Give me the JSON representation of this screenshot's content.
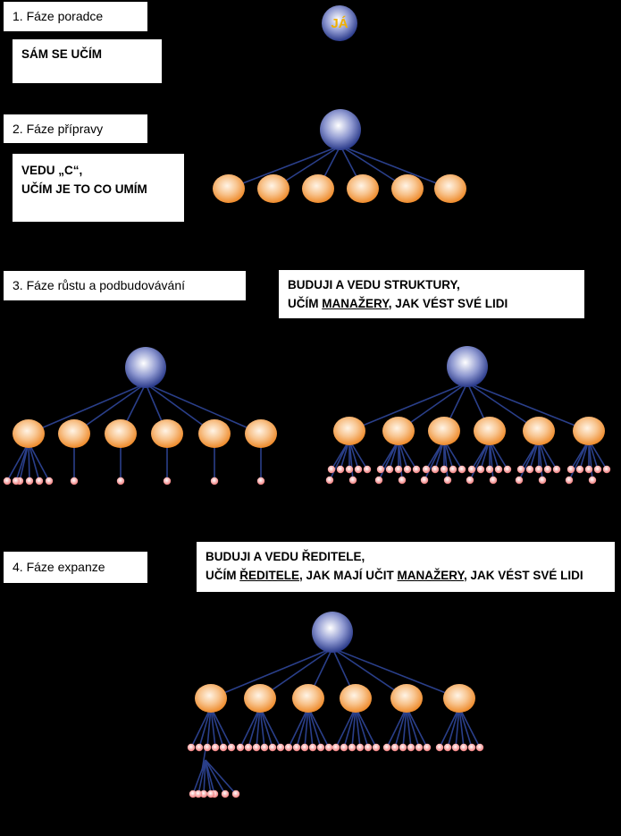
{
  "phases": [
    {
      "label": "1.  Fáze poradce",
      "note_lines": [
        "SÁM SE UČÍM"
      ]
    },
    {
      "label": "2.  Fáze přípravy",
      "note_lines": [
        "VEDU „C“,",
        "UČÍM JE TO CO UMÍM"
      ]
    },
    {
      "label": "3.  Fáze růstu a podbudovávání",
      "note_l1": "BUDUJI A VEDU STRUKTURY,",
      "note_l2_a": "UČÍM ",
      "note_l2_b": "MANAŽERY",
      "note_l2_c": ", JAK VÉST SVÉ LIDI"
    },
    {
      "label": "4.  Fáze expanze",
      "note_l1": "BUDUJI A VEDU ŘEDITELE,",
      "note_l2_a": "UČÍM ",
      "note_l2_b": "ŘEDITELE",
      "note_l2_c": ", JAK MAJÍ UČIT ",
      "note_l2_d": "MANAŽERY",
      "note_l2_e": ", JAK VÉST SVÉ LIDI"
    }
  ],
  "root_label": "JÁ",
  "colors": {
    "background": "#000000",
    "line": "#2a3f8a",
    "root_node": "#3b4a9a",
    "child_node": "#f39a3a",
    "leaf_node": "#f08080",
    "root_label": "#f0b000"
  }
}
